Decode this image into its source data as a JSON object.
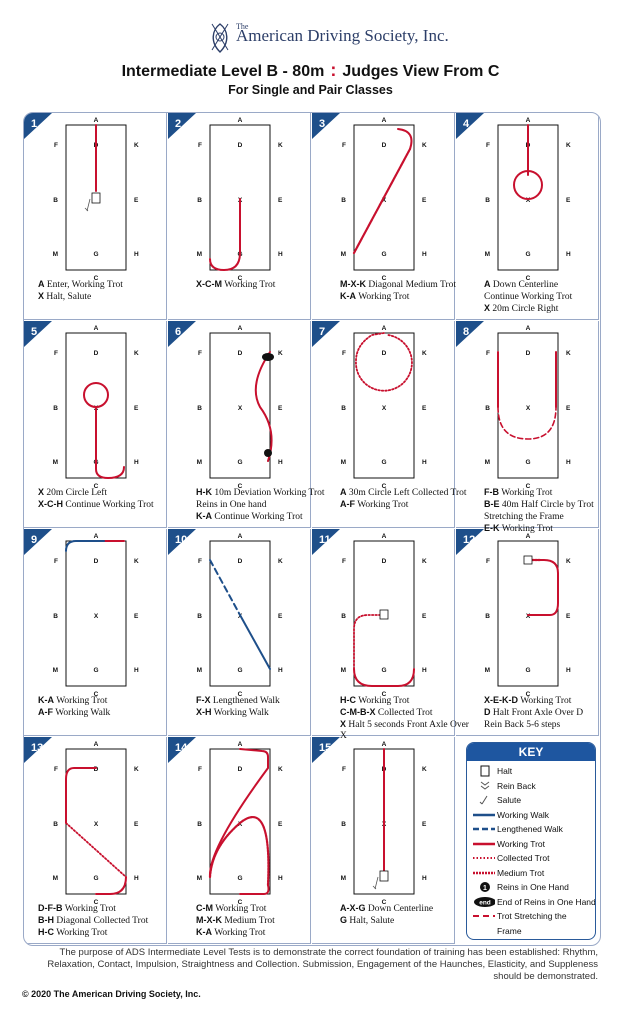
{
  "header": {
    "org_prefix": "The",
    "org_name": "American Driving Society, Inc.",
    "title_left": "Intermediate Level B - 80m",
    "title_sep": ":",
    "title_right": "Judges View From C",
    "subtitle": "For Single and Pair Classes"
  },
  "letters": {
    "A": "A",
    "C": "C",
    "F": "F",
    "K": "K",
    "B": "B",
    "E": "E",
    "M": "M",
    "H": "H",
    "D": "D",
    "X": "X",
    "G": "G"
  },
  "movements": [
    {
      "number": "1",
      "lines": [
        {
          "bold": "A",
          "text": " Enter, Working Trot"
        },
        {
          "bold": "X",
          "text": " Halt, Salute"
        }
      ]
    },
    {
      "number": "2",
      "lines": [
        {
          "bold": "X-C-M",
          "text": " Working Trot"
        }
      ]
    },
    {
      "number": "3",
      "lines": [
        {
          "bold": "M-X-K",
          "text": " Diagonal Medium Trot"
        },
        {
          "bold": "K-A",
          "text": " Working Trot"
        }
      ]
    },
    {
      "number": "4",
      "lines": [
        {
          "bold": "A",
          "text": " Down Centerline"
        },
        {
          "bold": "",
          "text": "Continue Working Trot"
        },
        {
          "bold": "X",
          "text": " 20m Circle Right"
        }
      ]
    },
    {
      "number": "5",
      "lines": [
        {
          "bold": "X",
          "text": " 20m Circle Left"
        },
        {
          "bold": "X-C-H",
          "text": " Continue Working Trot"
        }
      ]
    },
    {
      "number": "6",
      "lines": [
        {
          "bold": "H-K",
          "text": " 10m Deviation Working Trot"
        },
        {
          "bold": "",
          "text": "Reins in One hand"
        },
        {
          "bold": "K-A",
          "text": " Continue Working Trot"
        }
      ]
    },
    {
      "number": "7",
      "lines": [
        {
          "bold": "A",
          "text": " 30m Circle Left Collected Trot"
        },
        {
          "bold": "A-F",
          "text": " Working Trot"
        }
      ]
    },
    {
      "number": "8",
      "lines": [
        {
          "bold": "F-B",
          "text": " Working Trot"
        },
        {
          "bold": "B-E",
          "text": " 40m Half Circle by Trot"
        },
        {
          "bold": "",
          "text": "Stretching the Frame"
        },
        {
          "bold": "E-K",
          "text": " Working Trot"
        }
      ]
    },
    {
      "number": "9",
      "lines": [
        {
          "bold": "K-A",
          "text": " Working Trot"
        },
        {
          "bold": "A-F",
          "text": " Working Walk"
        }
      ]
    },
    {
      "number": "10",
      "lines": [
        {
          "bold": "F-X",
          "text": " Lengthened Walk"
        },
        {
          "bold": "X-H",
          "text": " Working Walk"
        }
      ]
    },
    {
      "number": "11",
      "lines": [
        {
          "bold": "H-C",
          "text": " Working Trot"
        },
        {
          "bold": "C-M-B-X",
          "text": " Collected Trot"
        },
        {
          "bold": "X",
          "text": " Halt 5 seconds Front Axle Over X"
        }
      ]
    },
    {
      "number": "12",
      "lines": [
        {
          "bold": "X-E-K-D",
          "text": " Working Trot"
        },
        {
          "bold": "D",
          "text": " Halt Front Axle Over D"
        },
        {
          "bold": "",
          "text": "Rein Back 5-6 steps"
        }
      ]
    },
    {
      "number": "13",
      "lines": [
        {
          "bold": "D-F-B",
          "text": " Working Trot"
        },
        {
          "bold": "B-H",
          "text": " Diagonal Collected Trot"
        },
        {
          "bold": "H-C",
          "text": " Working Trot"
        }
      ]
    },
    {
      "number": "14",
      "lines": [
        {
          "bold": "C-M",
          "text": " Working Trot"
        },
        {
          "bold": "M-X-K",
          "text": " Medium Trot"
        },
        {
          "bold": "K-A",
          "text": " Working Trot"
        }
      ]
    },
    {
      "number": "15",
      "lines": [
        {
          "bold": "A-X-G",
          "text": " Down Centerline"
        },
        {
          "bold": "G",
          "text": " Halt, Salute"
        }
      ]
    }
  ],
  "key": {
    "title": "KEY",
    "items": [
      {
        "icon": "halt-box-icon",
        "label": "Halt"
      },
      {
        "icon": "rein-back-icon",
        "label": "Rein Back"
      },
      {
        "icon": "salute-icon",
        "label": "Salute"
      },
      {
        "icon": "working-walk-line",
        "label": "Working Walk"
      },
      {
        "icon": "lengthened-walk-line",
        "label": "Lengthened Walk"
      },
      {
        "icon": "working-trot-line",
        "label": "Working Trot"
      },
      {
        "icon": "collected-trot-line",
        "label": "Collected Trot"
      },
      {
        "icon": "medium-trot-line",
        "label": "Medium Trot"
      },
      {
        "icon": "reins-one-hand-icon",
        "label": "Reins in One Hand",
        "badge": "1"
      },
      {
        "icon": "end-reins-icon",
        "label": "End of Reins in One Hand",
        "badge": "end"
      },
      {
        "icon": "stretching-trot-line",
        "label": "Trot Stretching the"
      },
      {
        "icon": "",
        "label": "Frame"
      }
    ]
  },
  "colors": {
    "red": "#c8102e",
    "blue": "#1e4f8a",
    "navy_badge": "#1e4f8a",
    "border": "#9aa9c7"
  },
  "footer": {
    "purpose": "The purpose of ADS Intermediate Level Tests is to demonstrate the correct foundation of training has been established: Rhythm, Relaxation, Contact, Impulsion, Straightness and Collection. Submission, Engagement of the Haunches, Elasticity, and Suppleness should be demonstrated.",
    "copyright": "© 2020 The American Driving Society, Inc."
  }
}
